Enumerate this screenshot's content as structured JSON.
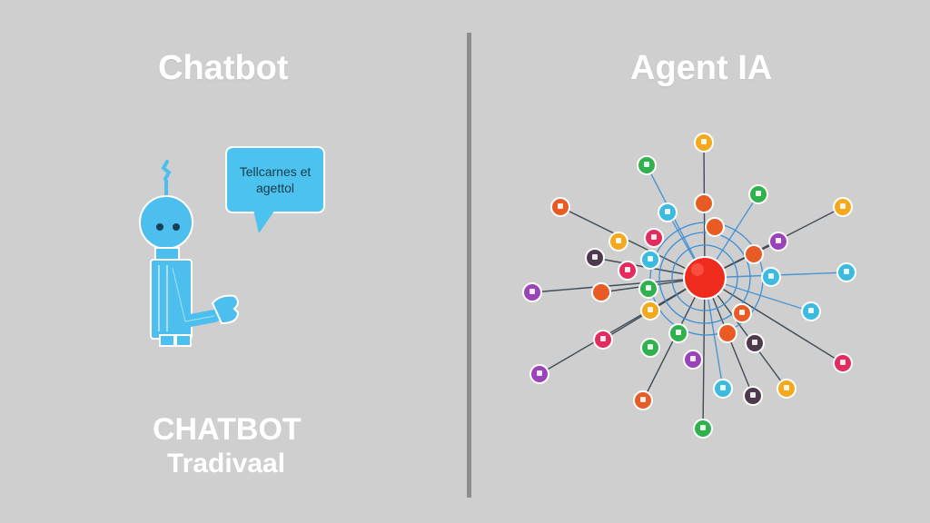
{
  "left_panel": {
    "title": "Chatbot",
    "speech_bubble": [
      "Tellcarnes et",
      "agettol"
    ],
    "bottom_line_1": "CHATBOT",
    "bottom_line_2": "Tradivaal"
  },
  "right_panel": {
    "title": "Agent IA"
  },
  "colors": {
    "background": "#cfcfcf",
    "robot": "#4dbfee",
    "bubble": "#4cc3ee",
    "hub": "#ef2b1e",
    "divider": "#8d8d8d",
    "node_palette": [
      "#f4a81b",
      "#2fb24e",
      "#e85b25",
      "#9b43b8",
      "#3cbbe0",
      "#e52a5e",
      "#4d3b4d"
    ]
  },
  "icons": [
    "robot-icon",
    "hub-icon",
    "network-node-icon"
  ]
}
